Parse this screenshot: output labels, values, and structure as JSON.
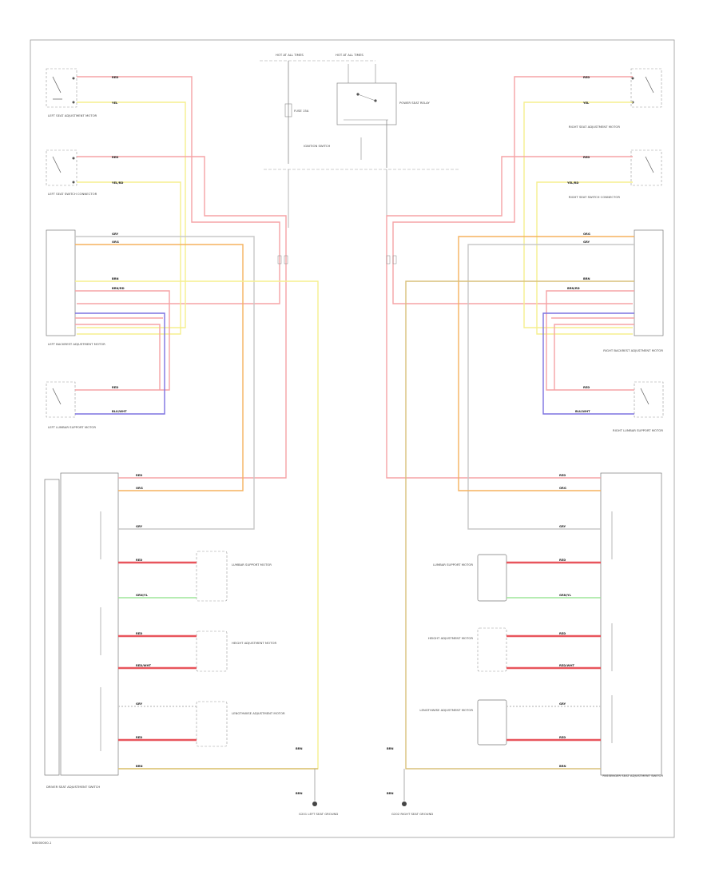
{
  "diagram": {
    "footer_code": "W0000000-1",
    "top_labels": {
      "hot_at_all_times_left": "HOT AT ALL TIMES",
      "hot_at_all_times_right": "HOT AT ALL TIMES"
    },
    "relay_label": "POWER SEAT RELAY",
    "fuse_label": "FUSE 15A",
    "ignition_label": "IGNITION SWITCH",
    "components_left": {
      "c1": "LEFT SEAT ADJUSTMENT MOTOR",
      "c2": "LEFT SEAT SWITCH CONNECTOR",
      "c3": "LEFT BACKREST ADJUSTMENT MOTOR",
      "c4": "LEFT LUMBAR SUPPORT MOTOR",
      "c5": "DRIVER SEAT ADJUSTMENT SWITCH",
      "s1": "LUMBAR SUPPORT MOTOR",
      "s2": "HEIGHT ADJUSTMENT MOTOR",
      "s3": "LENGTHWISE ADJUSTMENT MOTOR"
    },
    "components_right": {
      "c1": "RIGHT SEAT ADJUSTMENT MOTOR",
      "c2": "RIGHT SEAT SWITCH CONNECTOR",
      "c3": "RIGHT BACKREST ADJUSTMENT MOTOR",
      "c4": "RIGHT LUMBAR SUPPORT MOTOR",
      "c5": "PASSENGER SEAT ADJUSTMENT SWITCH",
      "s1": "LUMBAR SUPPORT MOTOR",
      "s2": "HEIGHT ADJUSTMENT MOTOR",
      "s3": "LENGTHWISE ADJUSTMENT MOTOR"
    },
    "ground_left": "G201 LEFT SEAT GROUND",
    "ground_right": "G202 RIGHT SEAT GROUND",
    "wire_labels": {
      "red": "RED",
      "yel": "YEL",
      "yel_red": "YEL/RD",
      "org": "ORG",
      "gry": "GRY",
      "brn_red": "BRN/RD",
      "blu": "BLU/WHT",
      "grn": "GRN/YL",
      "brn": "BRN",
      "red_wht": "RED/WHT"
    },
    "colors": {
      "red": "#f6a3a6",
      "red_dark": "#e8555c",
      "yellow": "#f5ef8e",
      "orange": "#f5b25f",
      "gray": "#c8c8c8",
      "blue": "#7d72e0",
      "green": "#9ee69a",
      "tan": "#d9c07a"
    }
  }
}
